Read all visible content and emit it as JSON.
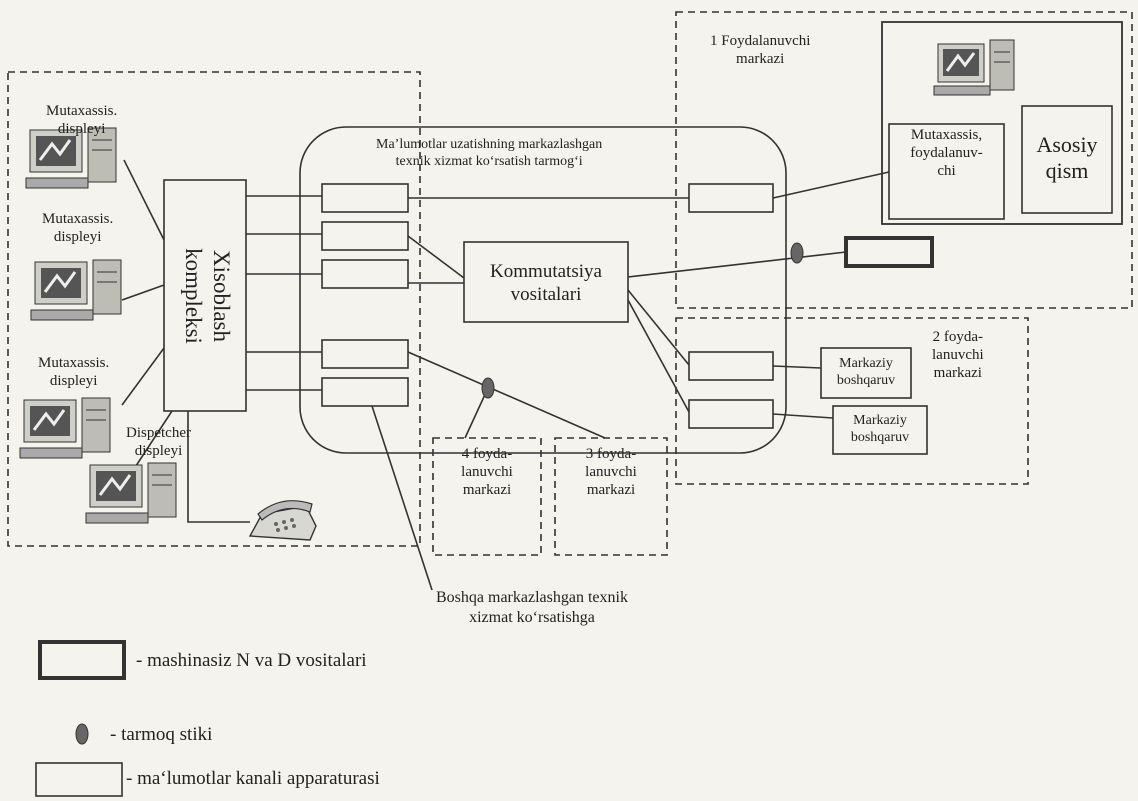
{
  "labels": {
    "display_1": "Mutaxassis.\ndispleyi",
    "display_2": "Mutaxassis.\ndispleyi",
    "display_3": "Mutaxassis.\ndispleyi",
    "dispatcher_display": "Dispetcher\ndispleyi",
    "computing_complex": "Xisoblash\nkompleksi",
    "network_title": "Ma’lumotlar uzatishning markazlashgan\ntexnik xizmat ko‘rsatish tarmog‘i",
    "switching": "Kommutatsiya\nvositalari",
    "center_1": "1 Foydalanuvchi\nmarkazi",
    "specialist_user": "Mutaxassis,\nfoydalanuv-\nchi",
    "main_part": "Asosiy\nqism",
    "center_2": "2 foyda-\nlanuvchi\nmarkazi",
    "central_control_1": "Markaziy\nboshqaruv",
    "central_control_2": "Markaziy\nboshqaruv",
    "center_4": "4 foyda-\nlanuvchi\nmarkazi",
    "center_3": "3 foyda-\nlanuvchi\nmarkazi",
    "other_centers": "Boshqa markazlashgan texnik\nxizmat ko‘rsatishga"
  },
  "legend": {
    "machineless": "- mashinasiz N va D vositalari",
    "network_node": "- tarmoq stiki",
    "channel_equipment": "- ma‘lumotlar kanali apparaturasi"
  }
}
